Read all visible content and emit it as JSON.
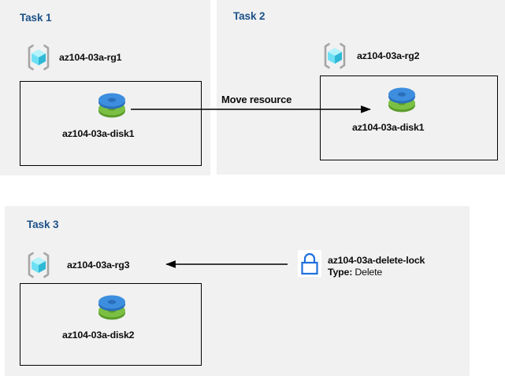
{
  "diagram": {
    "title": "Azure resource group tasks diagram",
    "colors": {
      "panel_background": "#f1f1f1",
      "page_background": "#ffffff",
      "task_heading": "#1d5288",
      "box_border": "#000000",
      "arrow": "#000000",
      "lock_blue": "#1f6fdd",
      "rg_cube_cyan": "#5ce1f2",
      "rg_bracket_gray": "#a6a6a6",
      "disk_blue": "#3c8ede",
      "disk_green": "#72b63c"
    }
  },
  "tasks": [
    {
      "id": "task1",
      "title": "Task 1",
      "resource_group": {
        "label": "az104-03a-rg1",
        "icon": "resource-group-icon"
      },
      "resource": {
        "label": "az104-03a-disk1",
        "icon": "managed-disk-icon"
      }
    },
    {
      "id": "task2",
      "title": "Task 2",
      "resource_group": {
        "label": "az104-03a-rg2",
        "icon": "resource-group-icon"
      },
      "resource": {
        "label": "az104-03a-disk1",
        "icon": "managed-disk-icon"
      }
    },
    {
      "id": "task3",
      "title": "Task 3",
      "resource_group": {
        "label": "az104-03a-rg3",
        "icon": "resource-group-icon"
      },
      "resource": {
        "label": "az104-03a-disk2",
        "icon": "managed-disk-icon"
      },
      "lock": {
        "icon": "lock-icon",
        "name": "az104-03a-delete-lock",
        "type_key": "Type:",
        "type_value": "Delete"
      }
    }
  ],
  "connectors": [
    {
      "id": "move-resource",
      "label": "Move resource",
      "direction": "right",
      "from": "task1-disk1",
      "to": "task2-disk1"
    },
    {
      "id": "lock-applies-to-rg3",
      "label": "",
      "direction": "left",
      "from": "az104-03a-delete-lock",
      "to": "az104-03a-rg3"
    }
  ]
}
